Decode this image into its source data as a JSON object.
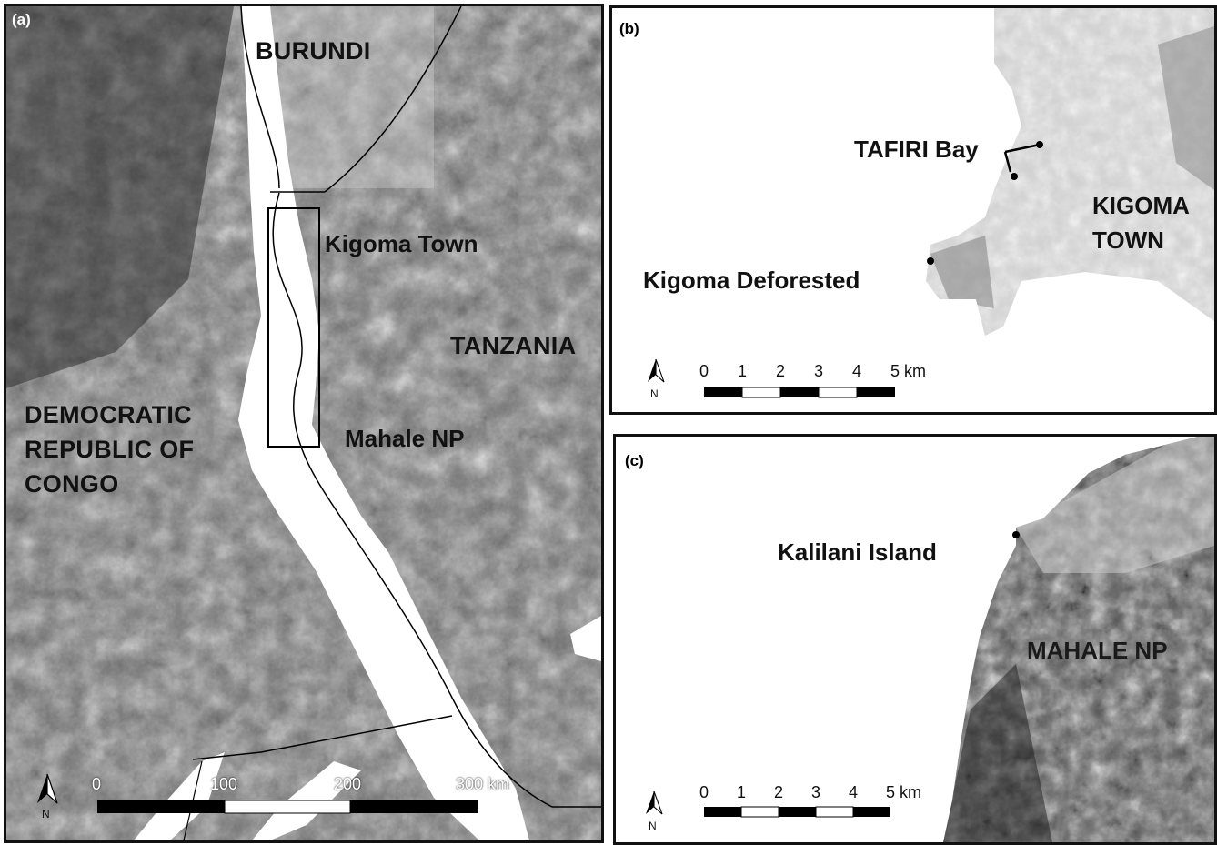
{
  "panels": {
    "a": {
      "letter": "(a)",
      "labels": {
        "burundi": "BURUNDI",
        "kigoma_town": "Kigoma Town",
        "tanzania": "TANZANIA",
        "drc_line1": "DEMOCRATIC",
        "drc_line2": "REPUBLIC OF",
        "drc_line3": "CONGO",
        "mahale": "Mahale NP"
      },
      "scale": {
        "ticks": [
          "0",
          "100",
          "200",
          "300 km"
        ],
        "north": "N"
      }
    },
    "b": {
      "letter": "(b)",
      "labels": {
        "tafiri": "TAFIRI Bay",
        "kigoma_line1": "KIGOMA",
        "kigoma_line2": "TOWN",
        "deforested": "Kigoma Deforested"
      },
      "scale": {
        "ticks": [
          "0",
          "1",
          "2",
          "3",
          "4",
          "5 km"
        ],
        "north": "N"
      }
    },
    "c": {
      "letter": "(c)",
      "labels": {
        "kalilani": "Kalilani Island",
        "mahale": "MAHALE NP"
      },
      "scale": {
        "ticks": [
          "0",
          "1",
          "2",
          "3",
          "4",
          "5 km"
        ],
        "north": "N"
      }
    }
  },
  "colors": {
    "water": "#ffffff",
    "frame": "#111111",
    "terrain_dark": "#3a3a3a",
    "terrain_light": "#9a9a9a"
  }
}
